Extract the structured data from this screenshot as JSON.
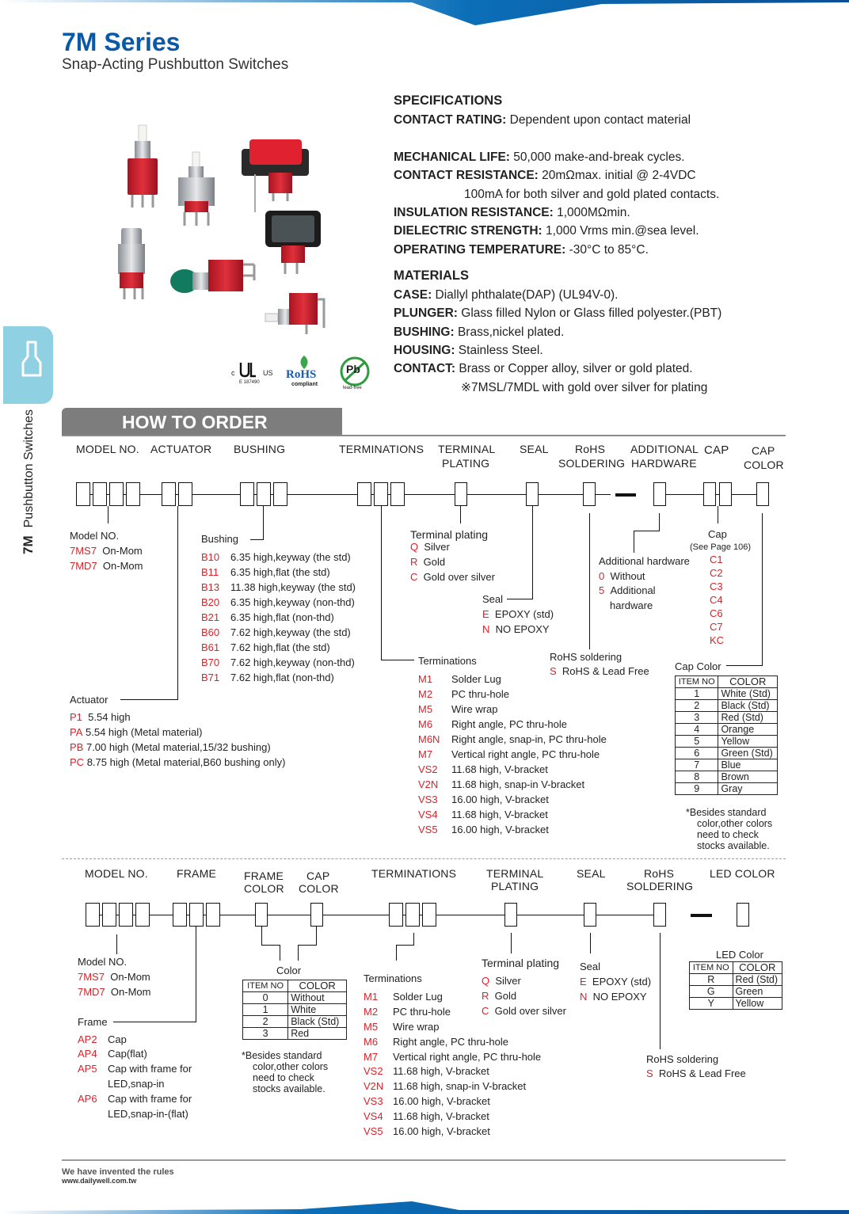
{
  "header": {
    "title": "7M Series",
    "subtitle": "Snap-Acting Pushbutton Switches"
  },
  "side_tab": {
    "bold": "7M",
    "label": "Pushbutton Switches"
  },
  "specs": {
    "heading": "SPECIFICATIONS",
    "contact_rating": {
      "label": "CONTACT RATING:",
      "value": " Dependent upon contact material"
    },
    "mechanical_life": {
      "label": "MECHANICAL LIFE:",
      "value": " 50,000 make-and-break cycles."
    },
    "contact_resistance": {
      "label": "CONTACT RESISTANCE:",
      "value": " 20mΩmax. initial @ 2-4VDC",
      "line2": "100mA for both silver and gold plated contacts."
    },
    "insulation_resistance": {
      "label": "INSULATION RESISTANCE:",
      "value": " 1,000MΩmin."
    },
    "dielectric_strength": {
      "label": "DIELECTRIC STRENGTH:",
      "value": " 1,000 Vrms min.@sea level."
    },
    "operating_temperature": {
      "label": "OPERATING TEMPERATURE:",
      "value": " -30°C to 85°C."
    }
  },
  "materials": {
    "heading": "MATERIALS",
    "case": {
      "label": "CASE:",
      "value": " Diallyl phthalate(DAP) (UL94V-0)."
    },
    "plunger": {
      "label": "PLUNGER:",
      "value": " Glass filled Nylon or Glass filled polyester.(PBT)"
    },
    "bushing": {
      "label": "BUSHING:",
      "value": " Brass,nickel plated."
    },
    "housing": {
      "label": "HOUSING:",
      "value": " Stainless Steel."
    },
    "contact": {
      "label": "CONTACT:",
      "value": " Brass or Copper alloy, silver or gold plated."
    },
    "note": "※7MSL/7MDL with gold over silver for plating"
  },
  "certs": {
    "ul_c": "c",
    "ul_us": "US",
    "ul_no": "E 187490",
    "rohs": "RoHS",
    "rohs_sub": "compliant",
    "pb": "Pb",
    "pb_sub": "lead-free"
  },
  "order_heading": "HOW TO ORDER",
  "s1": {
    "cols": {
      "model": "MODEL NO.",
      "actuator": "ACTUATOR",
      "bushing": "BUSHING",
      "terminations": "TERMINATIONS",
      "term_plating1": "TERMINAL",
      "term_plating2": "PLATING",
      "seal": "SEAL",
      "rohs1": "RoHS",
      "rohs2": "SOLDERING",
      "addhw1": "ADDITIONAL",
      "addhw2": "HARDWARE",
      "cap": "CAP",
      "capcolor1": "CAP",
      "capcolor2": "COLOR"
    },
    "model": {
      "title": "Model NO.",
      "items": [
        {
          "code": "7MS7",
          "desc": "On-Mom"
        },
        {
          "code": "7MD7",
          "desc": "On-Mom"
        }
      ]
    },
    "bushing": {
      "title": "Bushing",
      "items": [
        {
          "code": "B10",
          "desc": "6.35 high,keyway (the std)"
        },
        {
          "code": "B11",
          "desc": "6.35 high,flat (the std)"
        },
        {
          "code": "B13",
          "desc": "11.38 high,keyway (the std)"
        },
        {
          "code": "B20",
          "desc": "6.35 high,keyway (non-thd)"
        },
        {
          "code": "B21",
          "desc": "6.35 high,flat (non-thd)"
        },
        {
          "code": "B60",
          "desc": "7.62 high,keyway (the std)"
        },
        {
          "code": "B61",
          "desc": "7.62 high,flat (the std)"
        },
        {
          "code": "B70",
          "desc": "7.62 high,keyway (non-thd)"
        },
        {
          "code": "B71",
          "desc": "7.62 high,flat (non-thd)"
        }
      ]
    },
    "actuator": {
      "title": "Actuator",
      "items": [
        {
          "code": "P1",
          "desc": "5.54 high"
        },
        {
          "code": "PA",
          "desc": "5.54 high (Metal material)"
        },
        {
          "code": "PB",
          "desc": "7.00 high (Metal material,15/32 bushing)"
        },
        {
          "code": "PC",
          "desc": "8.75 high (Metal material,B60 bushing only)"
        }
      ]
    },
    "plating": {
      "title": "Terminal plating",
      "items": [
        {
          "code": "Q",
          "desc": "Silver"
        },
        {
          "code": "R",
          "desc": "Gold"
        },
        {
          "code": "C",
          "desc": "Gold over silver"
        }
      ]
    },
    "seal": {
      "title": "Seal",
      "items": [
        {
          "code": "E",
          "desc": "EPOXY (std)"
        },
        {
          "code": "N",
          "desc": "NO EPOXY"
        }
      ]
    },
    "terminations": {
      "title": "Terminations",
      "items": [
        {
          "code": "M1",
          "desc": "Solder Lug"
        },
        {
          "code": "M2",
          "desc": "PC thru-hole"
        },
        {
          "code": "M5",
          "desc": "Wire wrap"
        },
        {
          "code": "M6",
          "desc": "Right angle, PC thru-hole"
        },
        {
          "code": "M6N",
          "desc": "Right angle, snap-in, PC thru-hole"
        },
        {
          "code": "M7",
          "desc": "Vertical right angle, PC thru-hole"
        },
        {
          "code": "VS2",
          "desc": "11.68 high, V-bracket"
        },
        {
          "code": "V2N",
          "desc": "11.68 high, snap-in V-bracket"
        },
        {
          "code": "VS3",
          "desc": "16.00 high, V-bracket"
        },
        {
          "code": "VS4",
          "desc": "11.68 high, V-bracket"
        },
        {
          "code": "VS5",
          "desc": "16.00 high, V-bracket"
        }
      ]
    },
    "rohs": {
      "title": "RoHS soldering",
      "items": [
        {
          "code": "S",
          "desc": "RoHS & Lead Free"
        }
      ]
    },
    "addhw": {
      "title": "Additional hardware",
      "items": [
        {
          "code": "0",
          "desc": "Without"
        },
        {
          "code": "5",
          "desc": "Additional"
        }
      ],
      "line3": "hardware"
    },
    "cap": {
      "title": "Cap",
      "note": "(See Page 106)",
      "codes": [
        "C1",
        "C2",
        "C3",
        "C4",
        "C6",
        "C7",
        "KC"
      ]
    },
    "capcolor": {
      "title": "Cap Color",
      "h_item": "ITEM NO",
      "h_color": "COLOR",
      "rows": [
        {
          "no": "1",
          "color": "White (Std)"
        },
        {
          "no": "2",
          "color": "Black (Std)"
        },
        {
          "no": "3",
          "color": "Red (Std)"
        },
        {
          "no": "4",
          "color": "Orange"
        },
        {
          "no": "5",
          "color": "Yellow"
        },
        {
          "no": "6",
          "color": "Green (Std)"
        },
        {
          "no": "7",
          "color": "Blue"
        },
        {
          "no": "8",
          "color": "Brown"
        },
        {
          "no": "9",
          "color": "Gray"
        }
      ],
      "note": [
        "*Besides standard",
        "color,other colors",
        "need to check",
        "stocks available."
      ]
    }
  },
  "s2": {
    "cols": {
      "model": "MODEL NO.",
      "frame": "FRAME",
      "framecolor1": "FRAME",
      "framecolor2": "COLOR",
      "cap1": "CAP",
      "cap2": "COLOR",
      "terminations": "TERMINATIONS",
      "plating1": "TERMINAL",
      "plating2": "PLATING",
      "seal": "SEAL",
      "rohs1": "RoHS",
      "rohs2": "SOLDERING",
      "led": "LED COLOR"
    },
    "model": {
      "title": "Model NO.",
      "items": [
        {
          "code": "7MS7",
          "desc": "On-Mom"
        },
        {
          "code": "7MD7",
          "desc": "On-Mom"
        }
      ]
    },
    "frame": {
      "title": "Frame",
      "items": [
        {
          "code": "AP2",
          "desc": "Cap"
        },
        {
          "code": "AP4",
          "desc": "Cap(flat)"
        },
        {
          "code": "AP5",
          "desc": "Cap with frame for",
          "desc2": "LED,snap-in"
        },
        {
          "code": "AP6",
          "desc": "Cap with frame for",
          "desc2": "LED,snap-in-(flat)"
        }
      ]
    },
    "color": {
      "title": "Color",
      "h_item": "ITEM NO",
      "h_color": "COLOR",
      "rows": [
        {
          "no": "0",
          "color": "Without"
        },
        {
          "no": "1",
          "color": "White"
        },
        {
          "no": "2",
          "color": "Black (Std)"
        },
        {
          "no": "3",
          "color": "Red"
        }
      ],
      "note": [
        "*Besides standard",
        "color,other colors",
        "need to check",
        "stocks available."
      ]
    },
    "terminations": {
      "title": "Terminations",
      "items": [
        {
          "code": "M1",
          "desc": "Solder Lug"
        },
        {
          "code": "M2",
          "desc": "PC thru-hole"
        },
        {
          "code": "M5",
          "desc": "Wire wrap"
        },
        {
          "code": "M6",
          "desc": "Right angle, PC thru-hole"
        },
        {
          "code": "M7",
          "desc": "Vertical right angle, PC thru-hole"
        },
        {
          "code": "VS2",
          "desc": "11.68 high, V-bracket"
        },
        {
          "code": "V2N",
          "desc": "11.68 high, snap-in V-bracket"
        },
        {
          "code": "VS3",
          "desc": "16.00 high, V-bracket"
        },
        {
          "code": "VS4",
          "desc": "11.68 high, V-bracket"
        },
        {
          "code": "VS5",
          "desc": "16.00 high, V-bracket"
        }
      ]
    },
    "plating": {
      "title": "Terminal plating",
      "items": [
        {
          "code": "Q",
          "desc": "Silver"
        },
        {
          "code": "R",
          "desc": "Gold"
        },
        {
          "code": "C",
          "desc": "Gold over silver"
        }
      ]
    },
    "seal": {
      "title": "Seal",
      "items": [
        {
          "code": "E",
          "desc": "EPOXY (std)"
        },
        {
          "code": "N",
          "desc": "NO EPOXY"
        }
      ]
    },
    "rohs": {
      "title": "RoHS soldering",
      "items": [
        {
          "code": "S",
          "desc": "RoHS & Lead Free"
        }
      ]
    },
    "led": {
      "title": "LED Color",
      "h_item": "ITEM NO",
      "h_color": "COLOR",
      "rows": [
        {
          "no": "R",
          "color": "Red (Std)"
        },
        {
          "no": "G",
          "color": "Green"
        },
        {
          "no": "Y",
          "color": "Yellow"
        }
      ]
    }
  },
  "footer": {
    "slogan": "We have invented the rules",
    "url": "www.dailywell.com.tw"
  }
}
